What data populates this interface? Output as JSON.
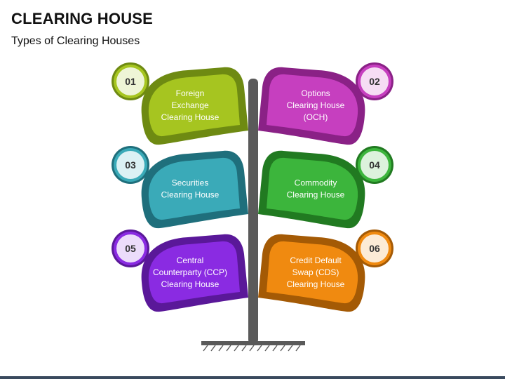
{
  "title": "CLEARING HOUSE",
  "subtitle": "Types of Clearing Houses",
  "items": [
    {
      "number": "01",
      "lines": [
        "Foreign",
        "Exchange",
        "Clearing House"
      ],
      "side": "left",
      "fill": "#a6c520",
      "border": "#6e8a12",
      "badge_bg": "#eef5d6"
    },
    {
      "number": "02",
      "lines": [
        "Options",
        "Clearing House",
        "(OCH)"
      ],
      "side": "right",
      "fill": "#c63fbf",
      "border": "#8a2186",
      "badge_bg": "#f6ddf4"
    },
    {
      "number": "03",
      "lines": [
        "Securities",
        "Clearing House"
      ],
      "side": "left",
      "fill": "#3aaab8",
      "border": "#1f6f7c",
      "badge_bg": "#dbf1f4"
    },
    {
      "number": "04",
      "lines": [
        "Commodity",
        "Clearing House"
      ],
      "side": "right",
      "fill": "#3cb53c",
      "border": "#217a21",
      "badge_bg": "#dcf2dc"
    },
    {
      "number": "05",
      "lines": [
        "Central",
        "Counterparty (CCP)",
        "Clearing House"
      ],
      "side": "left",
      "fill": "#8a2be2",
      "border": "#5a1899",
      "badge_bg": "#ecdcfa"
    },
    {
      "number": "06",
      "lines": [
        "Credit Default",
        "Swap (CDS)",
        "Clearing House"
      ],
      "side": "right",
      "fill": "#f08a10",
      "border": "#a45a05",
      "badge_bg": "#fcebd6"
    }
  ],
  "colors": {
    "stem": "#5a5a5a",
    "badge_text": "#333333"
  }
}
